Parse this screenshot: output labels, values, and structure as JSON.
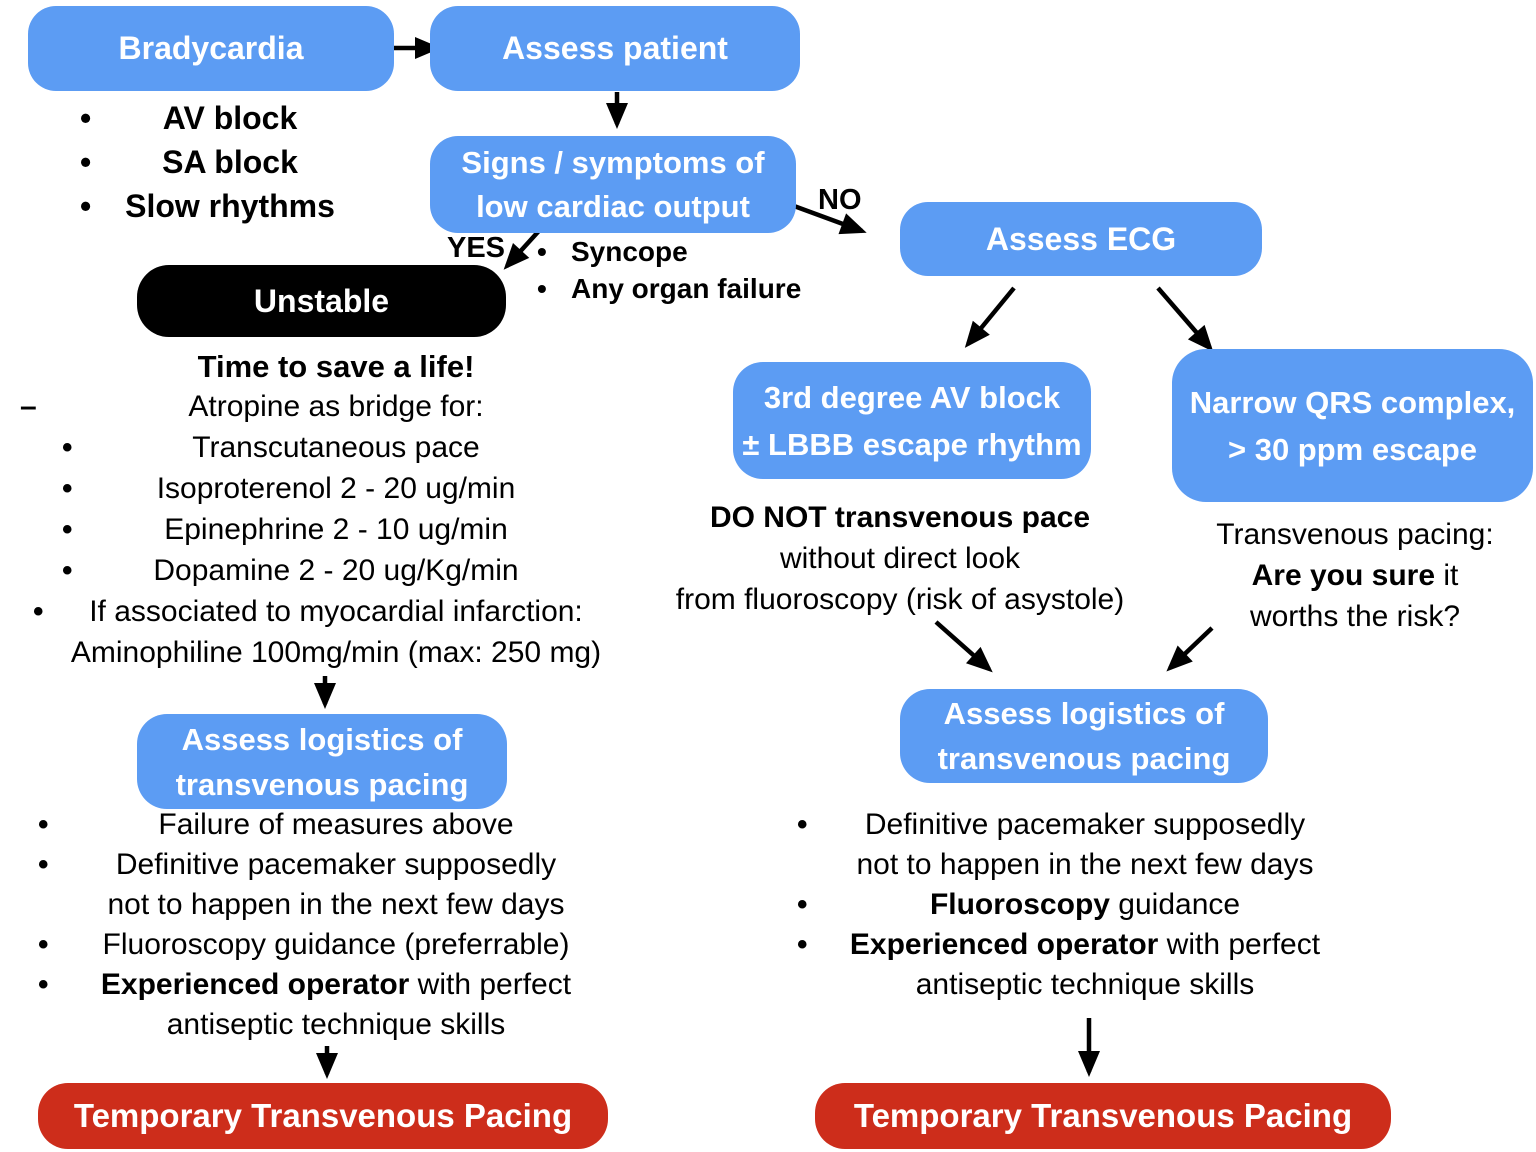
{
  "palette": {
    "blue": "#5c9cf3",
    "red": "#cd2d1b",
    "ink": "#000000"
  },
  "nodes": {
    "bradycardia": {
      "label": "Bradycardia"
    },
    "assess_patient": {
      "label": "Assess patient"
    },
    "signs": {
      "line1": "Signs / symptoms of",
      "line2": "low cardiac output"
    },
    "unstable": {
      "label": "Unstable"
    },
    "assess_ecg": {
      "label": "Assess ECG"
    },
    "third_degree": {
      "line1": "3rd degree AV block",
      "line2": "± LBBB escape rhythm"
    },
    "narrow_qrs": {
      "line1": "Narrow QRS complex,",
      "line2": "> 30 ppm escape"
    },
    "logistics_left": {
      "line1": "Assess logistics of",
      "line2": "transvenous pacing"
    },
    "logistics_right": {
      "line1": "Assess logistics of",
      "line2": "transvenous pacing"
    },
    "ttp_left": {
      "label": "Temporary Transvenous Pacing"
    },
    "ttp_right": {
      "label": "Temporary Transvenous Pacing"
    }
  },
  "labels": {
    "yes": "YES",
    "no": "NO"
  },
  "bradycardia_causes": {
    "rows": [
      {
        "marker": "•",
        "text": "AV block"
      },
      {
        "marker": "•",
        "text": "SA block"
      },
      {
        "marker": "•",
        "text": "Slow rhythms"
      }
    ]
  },
  "low_output_signs": {
    "rows": [
      {
        "marker": "•",
        "text": "Syncope"
      },
      {
        "marker": "•",
        "text": "Any organ failure"
      }
    ]
  },
  "unstable_plan": {
    "heading": "Time to save a life!",
    "rows": [
      {
        "marker": "–",
        "text": "Atropine as bridge for:"
      },
      {
        "marker": "•",
        "text": "Transcutaneous pace"
      },
      {
        "marker": "•",
        "text": "Isoproterenol 2 - 20 ug/min"
      },
      {
        "marker": "•",
        "text": "Epinephrine 2 - 10 ug/min"
      },
      {
        "marker": "•",
        "text": "Dopamine 2 - 20 ug/Kg/min"
      },
      {
        "marker": "•",
        "text": "If associated to myocardial infarction:"
      },
      {
        "marker": "",
        "text": "Aminophiline 100mg/min (max: 250 mg)"
      }
    ]
  },
  "warning_left": {
    "line1": "DO NOT transvenous pace",
    "line2": "without direct look",
    "line3": "from fluoroscopy (risk of asystole)"
  },
  "warning_right": {
    "line1": "Transvenous pacing:",
    "line2_bold": "Are you sure",
    "line2_rest": " it",
    "line3": "worths the risk?"
  },
  "left_logistics": {
    "rows": [
      {
        "marker": "•",
        "bold": "",
        "text": "Failure of measures above"
      },
      {
        "marker": "•",
        "bold": "",
        "text": "Definitive pacemaker supposedly"
      },
      {
        "marker": "",
        "bold": "",
        "text": "not to happen in the next few days"
      },
      {
        "marker": "•",
        "bold": "",
        "text": "Fluoroscopy guidance (preferrable)"
      },
      {
        "marker": "•",
        "bold": "Experienced operator",
        "text": " with perfect"
      },
      {
        "marker": "",
        "bold": "",
        "text": "antiseptic technique skills"
      }
    ]
  },
  "right_logistics": {
    "rows": [
      {
        "marker": "•",
        "bold": "",
        "text": "Definitive pacemaker supposedly"
      },
      {
        "marker": "",
        "bold": "",
        "text": "not to happen in the next few days"
      },
      {
        "marker": "•",
        "bold": "Fluoroscopy",
        "text": " guidance"
      },
      {
        "marker": "•",
        "bold": "Experienced operator",
        "text": " with perfect"
      },
      {
        "marker": "",
        "bold": "",
        "text": "antiseptic technique skills"
      }
    ]
  }
}
